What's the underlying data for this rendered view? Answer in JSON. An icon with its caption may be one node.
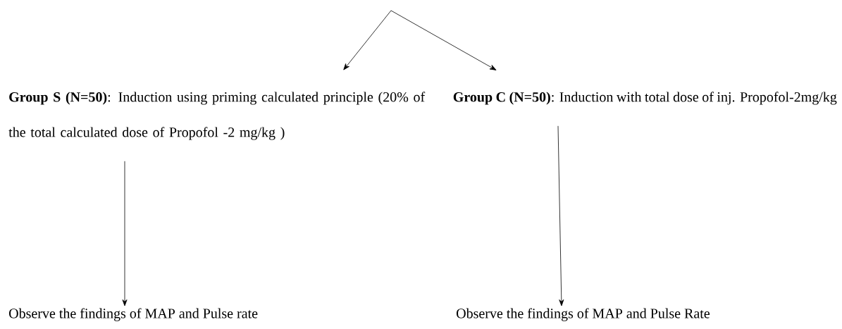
{
  "diagram": {
    "nodes": [
      {
        "text": [
          "**Group S (N=50)**: Induction using priming calculated principle (20% of the total calculated dose of Propofol -2 mg/kg )"
        ]
      },
      {
        "text": [
          "**Group  C  (N=50)**: Induction with total dose of inj. Propofol-2mg/kg"
        ]
      },
      {
        "text": [
          "Observe the findings of MAP and Pulse rate"
        ]
      },
      {
        "text": [
          "Observe the findings of MAP and Pulse Rate"
        ]
      }
    ],
    "edges": [
      {
        "from": null,
        "to": 0,
        "arrow": "to"
      },
      {
        "from": null,
        "to": 1,
        "arrow": "to"
      },
      {
        "from": 0,
        "to": 2,
        "arrow": "to"
      },
      {
        "from": 1,
        "to": 3,
        "arrow": "to"
      }
    ]
  }
}
